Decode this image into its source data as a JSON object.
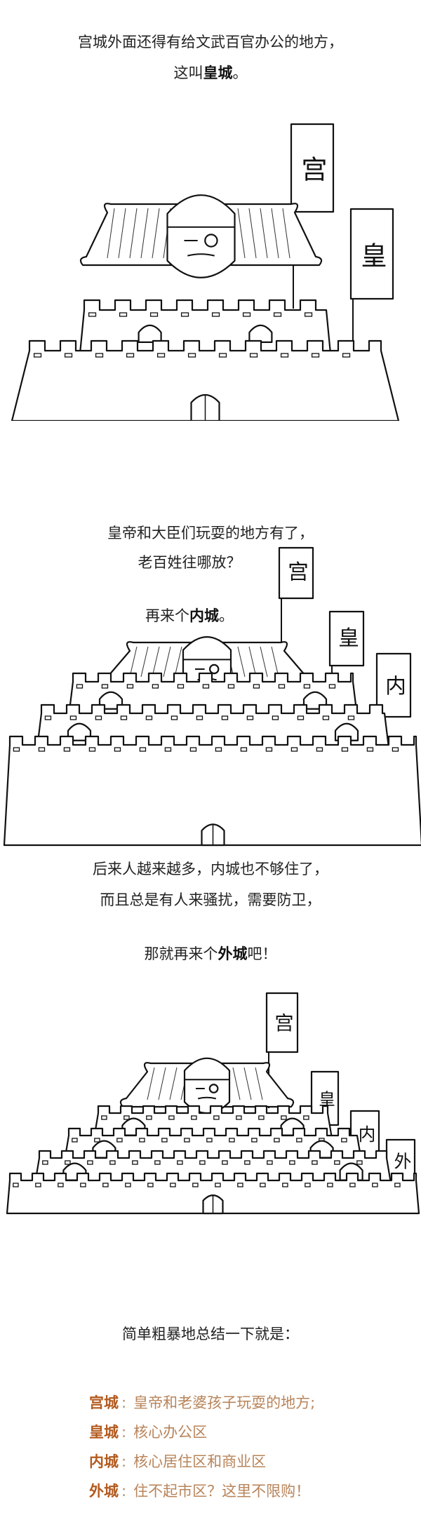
{
  "section1": {
    "line1": "宫城外面还得有给文武百官办公的地方，",
    "line2_pre": "这叫",
    "line2_bold": "皇城",
    "line2_post": "。"
  },
  "section2": {
    "line1": "皇帝和大臣们玩耍的地方有了，",
    "line2": "老百姓往哪放？",
    "line3_pre": "再来个",
    "line3_bold": "内城",
    "line3_post": "。"
  },
  "section3": {
    "line1": "后来人越来越多，内城也不够住了，",
    "line2": "而且总是有人来骚扰，需要防卫，",
    "line3_pre": "那就再来个",
    "line3_bold": "外城",
    "line3_post": "吧！"
  },
  "flags": {
    "gong": "宫",
    "huang": "皇",
    "nei": "内",
    "wai": "外"
  },
  "summary": {
    "title": "简单粗暴地总结一下就是：",
    "colon": ":",
    "items": [
      {
        "key": "宫城",
        "value": "皇帝和老婆孩子玩耍的地方;"
      },
      {
        "key": "皇城",
        "value": "核心办公区"
      },
      {
        "key": "内城",
        "value": "核心居住区和商业区"
      },
      {
        "key": "外城",
        "value": "住不起市区？这里不限购！"
      }
    ]
  },
  "colors": {
    "accent": "#b35a1e",
    "summary_text": "#b8845a"
  }
}
